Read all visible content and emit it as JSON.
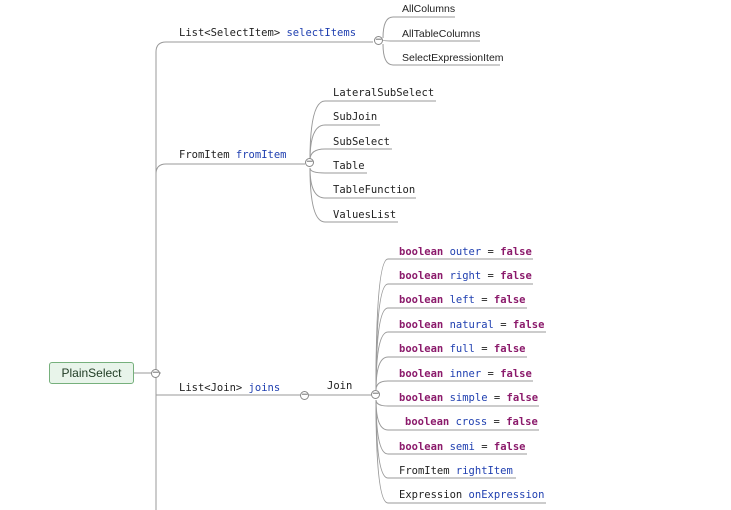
{
  "root": {
    "label": "PlainSelect"
  },
  "branches": {
    "select_items": {
      "type": "List<SelectItem>",
      "field": "selectItems",
      "children": [
        "AllColumns",
        "AllTableColumns",
        "SelectExpressionItem"
      ]
    },
    "from_item": {
      "type": "FromItem",
      "field": "fromItem",
      "children": [
        "LateralSubSelect",
        "SubJoin",
        "SubSelect",
        "Table",
        "TableFunction",
        "ValuesList"
      ]
    },
    "joins": {
      "type": "List<Join>",
      "field": "joins",
      "join_label": "Join",
      "flags": [
        {
          "kw": "boolean",
          "name": "outer",
          "eq": "=",
          "val": "false"
        },
        {
          "kw": "boolean",
          "name": "right",
          "eq": "=",
          "val": "false"
        },
        {
          "kw": "boolean",
          "name": "left",
          "eq": "=",
          "val": "false"
        },
        {
          "kw": "boolean",
          "name": "natural",
          "eq": "=",
          "val": "false"
        },
        {
          "kw": "boolean",
          "name": "full",
          "eq": "=",
          "val": "false"
        },
        {
          "kw": "boolean",
          "name": "inner",
          "eq": "=",
          "val": "false"
        },
        {
          "kw": "boolean",
          "name": "simple",
          "eq": "=",
          "val": "false"
        },
        {
          "kw": "boolean",
          "name": "cross",
          "eq": "=",
          "val": "false"
        },
        {
          "kw": "boolean",
          "name": "semi",
          "eq": "=",
          "val": "false"
        }
      ],
      "members": [
        {
          "type": "FromItem",
          "field": "rightItem"
        },
        {
          "type": "Expression",
          "field": "onExpression"
        }
      ]
    }
  },
  "toggle_glyph": "−",
  "icons": {
    "collapse": "collapse-icon"
  },
  "colors": {
    "keyword": "#8b1a6b",
    "identifier": "#1f3fb0",
    "line": "#9a9a9a",
    "root_border": "#76b07c",
    "root_fill": "#e8f4ea"
  }
}
